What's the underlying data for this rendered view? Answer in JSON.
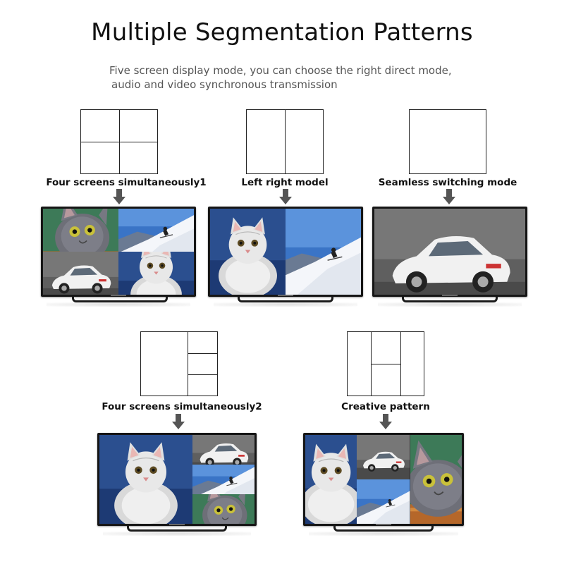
{
  "header": {
    "title": "Multiple Segmentation Patterns",
    "subtitle_line1": "Five screen display mode, you can choose the right direct mode,",
    "subtitle_line2": "audio and video synchronous transmission"
  },
  "modes": [
    {
      "label": "Four screens simultaneously1",
      "layout": "quad"
    },
    {
      "label": "Left right model",
      "layout": "split"
    },
    {
      "label": "Seamless switching mode",
      "layout": "single"
    },
    {
      "label": "Four screens simultaneously2",
      "layout": "one-plus-three"
    },
    {
      "label": "Creative pattern",
      "layout": "creative"
    }
  ],
  "colors": {
    "arrow": "#555555",
    "tv_bezel": "#161616",
    "pattern_line": "#222222"
  },
  "icons": {
    "arrow": "down-arrow-icon",
    "tv": "television-icon"
  }
}
